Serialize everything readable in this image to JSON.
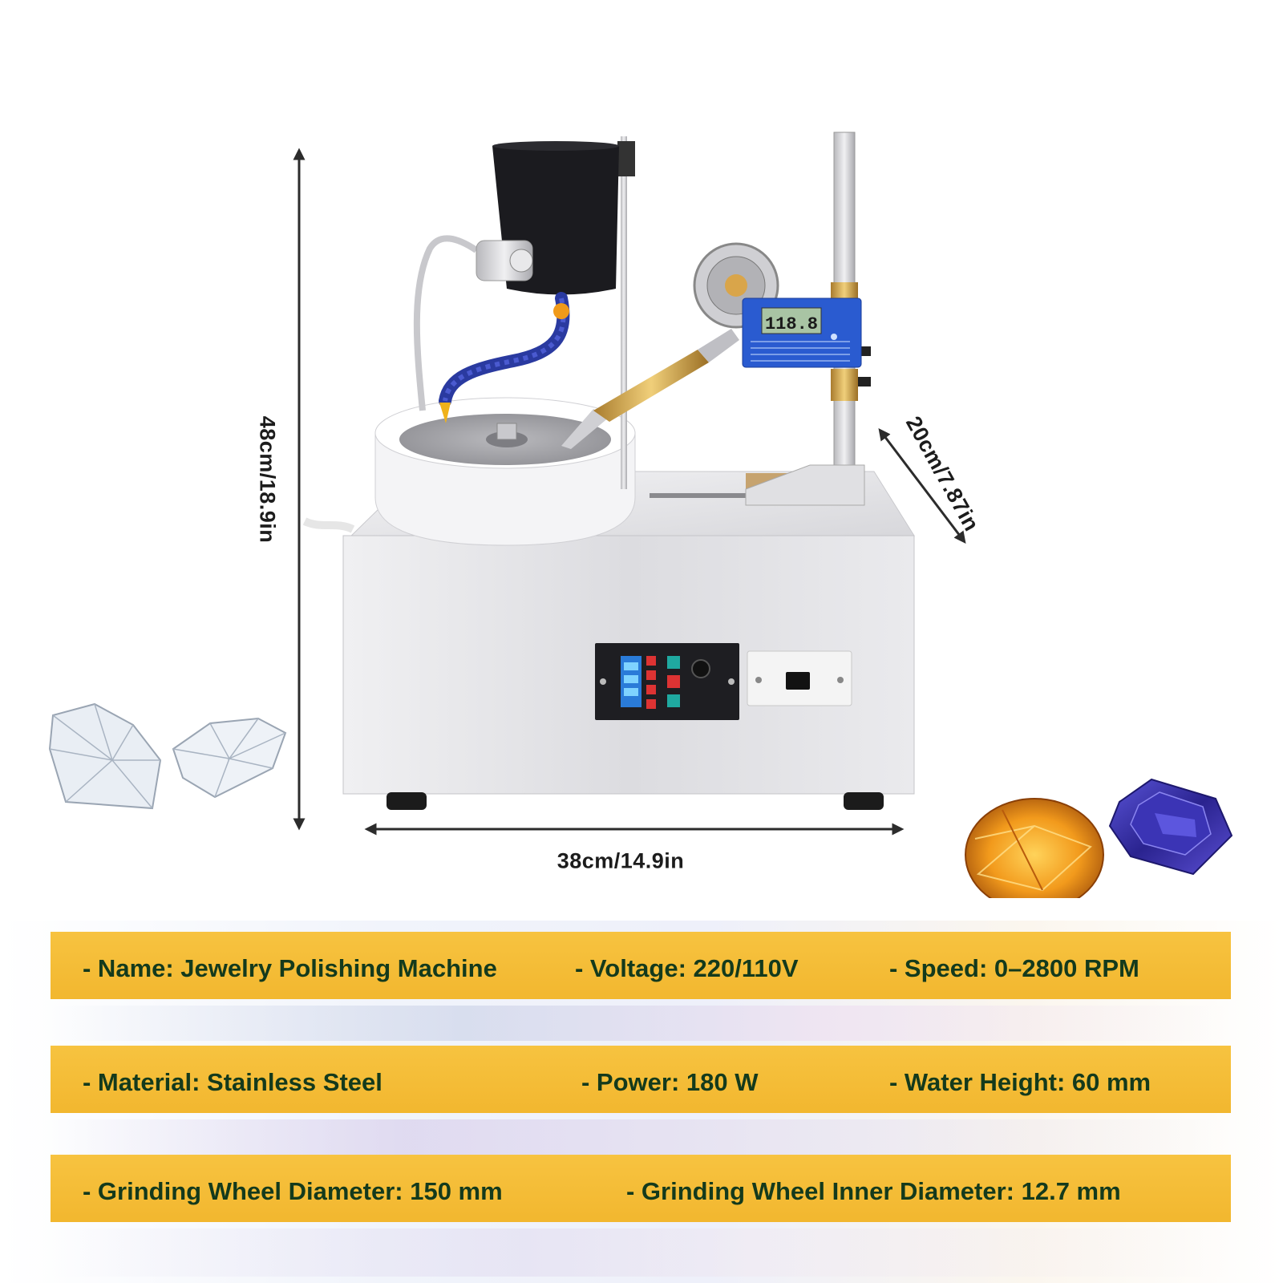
{
  "dimensions": {
    "height": "48cm/18.9in",
    "width": "38cm/14.9in",
    "depth": "20cm/7.87in"
  },
  "machine": {
    "display_reading": "118.8"
  },
  "specs": {
    "row1": [
      "- Name: Jewelry Polishing Machine",
      "- Voltage: 220/110V",
      "- Speed: 0–2800 RPM"
    ],
    "row2": [
      "- Material: Stainless Steel",
      "- Power: 180 W",
      "- Water Height: 60 mm"
    ],
    "row3": [
      "- Grinding Wheel Diameter: 150 mm",
      "- Grinding Wheel Inner Diameter: 12.7 mm"
    ]
  },
  "colors": {
    "spec_bar": "#f2b72f",
    "spec_text": "#143a1c",
    "machine_body": "#e4e4e6",
    "control_panel": "#1e1e22",
    "digital_gauge": "#2a5bd0",
    "coolant_hose": "#2a3aa0"
  },
  "icons": {
    "diamond_left_1": "clear-diamond-icon",
    "diamond_left_2": "clear-diamond-icon",
    "gem_citrine": "orange-oval-gem-icon",
    "gem_tanzanite": "purple-emerald-cut-gem-icon"
  }
}
